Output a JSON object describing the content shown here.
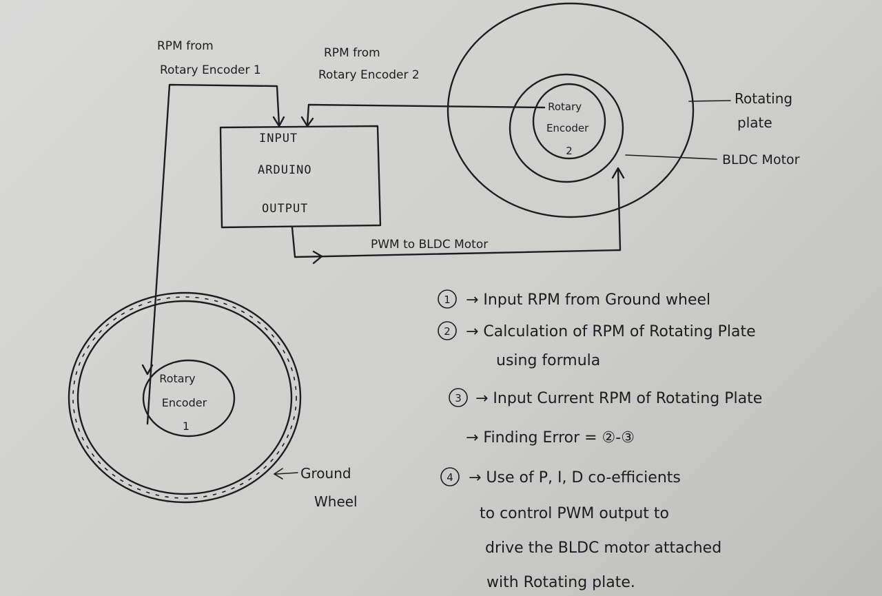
{
  "labels": {
    "rpm_enc1": [
      "RPM from",
      "Rotary Encoder 1"
    ],
    "rpm_enc2": [
      "RPM from",
      "Rotary Encoder 2"
    ],
    "arduino_input": "INPUT",
    "arduino_name": "ARDUINO",
    "arduino_output": "OUTPUT",
    "pwm": "PWM to BLDC Motor",
    "encoder2": [
      "Rotary",
      "Encoder",
      "2"
    ],
    "encoder1": [
      "Rotary",
      "Encoder",
      "1"
    ],
    "rotating_plate": [
      "Rotating",
      "plate"
    ],
    "bldc_motor": "BLDC Motor",
    "ground_wheel": [
      "Ground",
      "Wheel"
    ]
  },
  "steps": [
    {
      "marker": "1",
      "text": "→ Input RPM from Ground wheel"
    },
    {
      "marker": "2",
      "text": "→ Calculation of RPM of Rotating Plate"
    },
    {
      "marker": "",
      "text": "using formula"
    },
    {
      "marker": "3",
      "text": "→ Input Current RPM of Rotating Plate"
    },
    {
      "marker": "",
      "text": "→ Finding Error = ②-③"
    },
    {
      "marker": "4",
      "text": "→ Use of P, I, D co-efficients"
    },
    {
      "marker": "",
      "text": "to control PWM output to"
    },
    {
      "marker": "",
      "text": "drive the BLDC motor attached"
    },
    {
      "marker": "",
      "text": "with Rotating plate."
    }
  ]
}
